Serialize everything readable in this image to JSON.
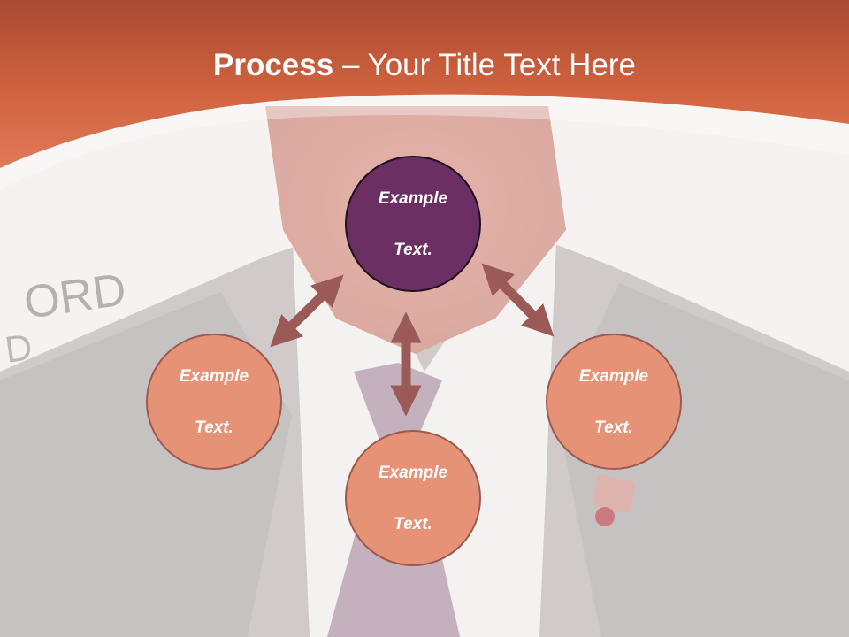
{
  "title": {
    "bold": "Process",
    "dash": " – ",
    "rest": "Your Title Text Here"
  },
  "nodes": {
    "top": {
      "line1": "Example",
      "line2": "Text."
    },
    "left": {
      "line1": "Example",
      "line2": "Text."
    },
    "bottom": {
      "line1": "Example",
      "line2": "Text."
    },
    "right": {
      "line1": "Example",
      "line2": "Text."
    }
  },
  "background_photo": {
    "visible_letters_line1": "ORD",
    "visible_letters_line2": "D"
  },
  "colors": {
    "header": "#d76a4a",
    "center_node": "#6b2f63",
    "outer_node": "#e59277",
    "arrow": "#9b5a58"
  }
}
